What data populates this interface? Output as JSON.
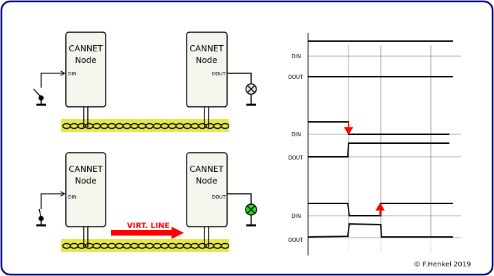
{
  "scenario_top": {
    "node_left": {
      "line1": "CANNET",
      "line2": "Node",
      "pin": "DIN"
    },
    "node_right": {
      "line1": "CANNET",
      "line2": "Node",
      "pin": "DOUT"
    },
    "lamp_state": "off"
  },
  "scenario_bottom": {
    "node_left": {
      "line1": "CANNET",
      "line2": "Node",
      "pin": "DIN"
    },
    "node_right": {
      "line1": "CANNET",
      "line2": "Node",
      "pin": "DOUT"
    },
    "virtual_line_label": "VIRT. LINE",
    "lamp_state": "on"
  },
  "timing": {
    "groups": [
      {
        "din_label": "DIN",
        "dout_label": "DOUT"
      },
      {
        "din_label": "DIN",
        "dout_label": "DOUT"
      },
      {
        "din_label": "DIN",
        "dout_label": "DOUT"
      }
    ]
  },
  "colors": {
    "border": "#000080",
    "bus": "#e6e64d",
    "node_fill": "#f4f6ee",
    "lamp_on": "#22dd22",
    "lamp_off": "#e8e8e8",
    "accent": "#ff0000"
  },
  "copyright": "© F.Henkel 2019"
}
